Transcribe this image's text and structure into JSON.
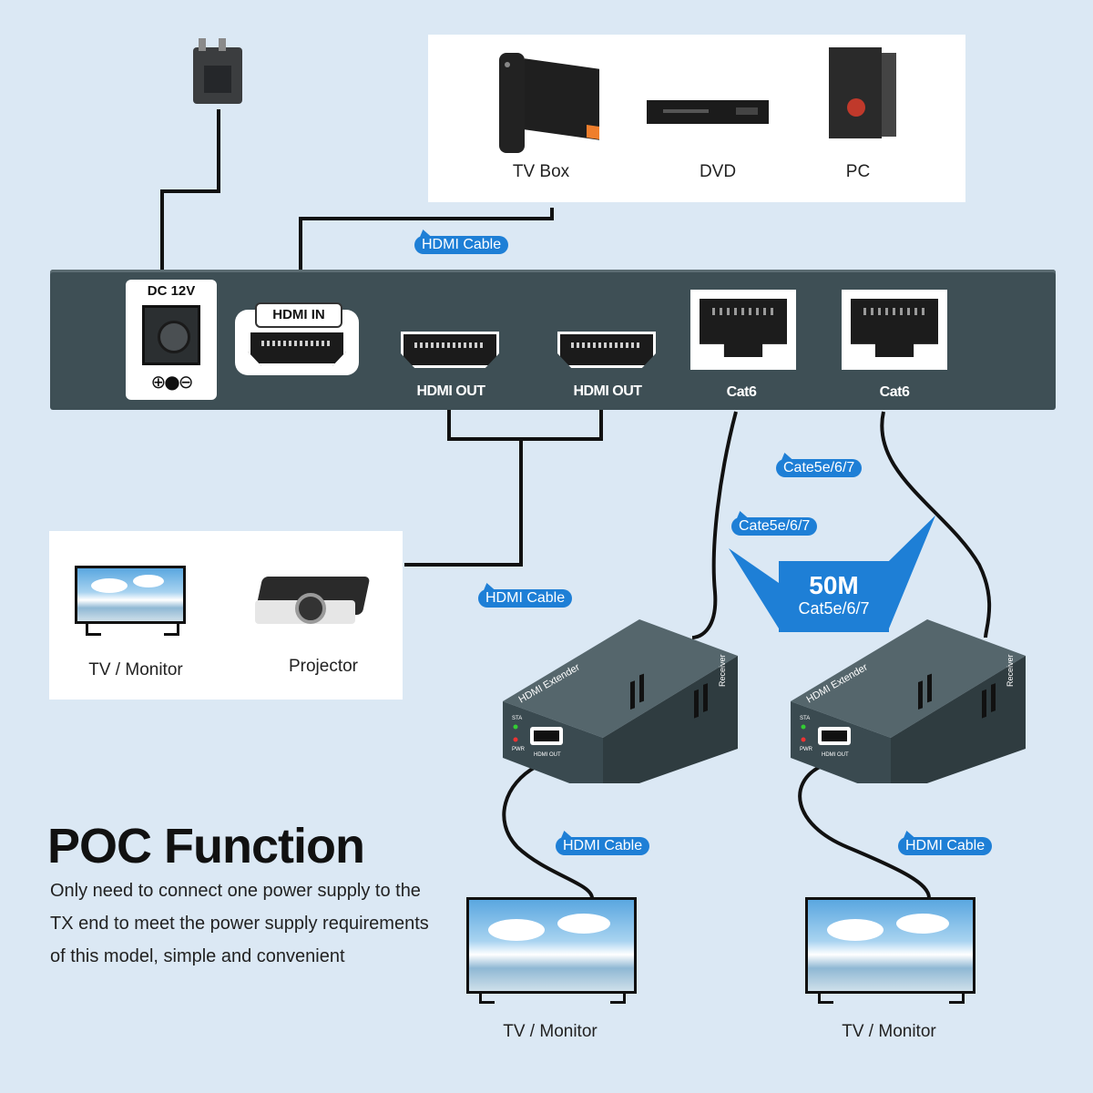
{
  "sources": {
    "tv_box": "TV Box",
    "dvd": "DVD",
    "pc": "PC"
  },
  "sinks": {
    "monitor_top": "TV / Monitor",
    "projector": "Projector",
    "monitor_left": "TV / Monitor",
    "monitor_right": "TV / Monitor"
  },
  "cables": {
    "hdmi_cable": "HDMI Cable",
    "cat_cable": "Cate5e/6/7"
  },
  "transmitter": {
    "dc_label": "DC 12V",
    "dc_symbol": "⊕●⊖",
    "hdmi_in": "HDMI IN",
    "hdmi_out_1": "HDMI OUT",
    "hdmi_out_2": "HDMI OUT",
    "cat6_1": "Cat6",
    "cat6_2": "Cat6"
  },
  "receiver": {
    "title": "HDMI Extender",
    "side_label": "Receiver",
    "sta": "STA",
    "pwr": "PWR",
    "port": "HDMI OUT"
  },
  "distance": {
    "value": "50M",
    "cable": "Cat5e/6/7"
  },
  "poc": {
    "title": "POC Function",
    "description": "Only need to connect one power supply to the TX end to meet the power supply requirements of this model, simple and convenient"
  },
  "colors": {
    "background": "#dbe8f4",
    "accent": "#1e7fd6",
    "device": "#3e4f55"
  }
}
